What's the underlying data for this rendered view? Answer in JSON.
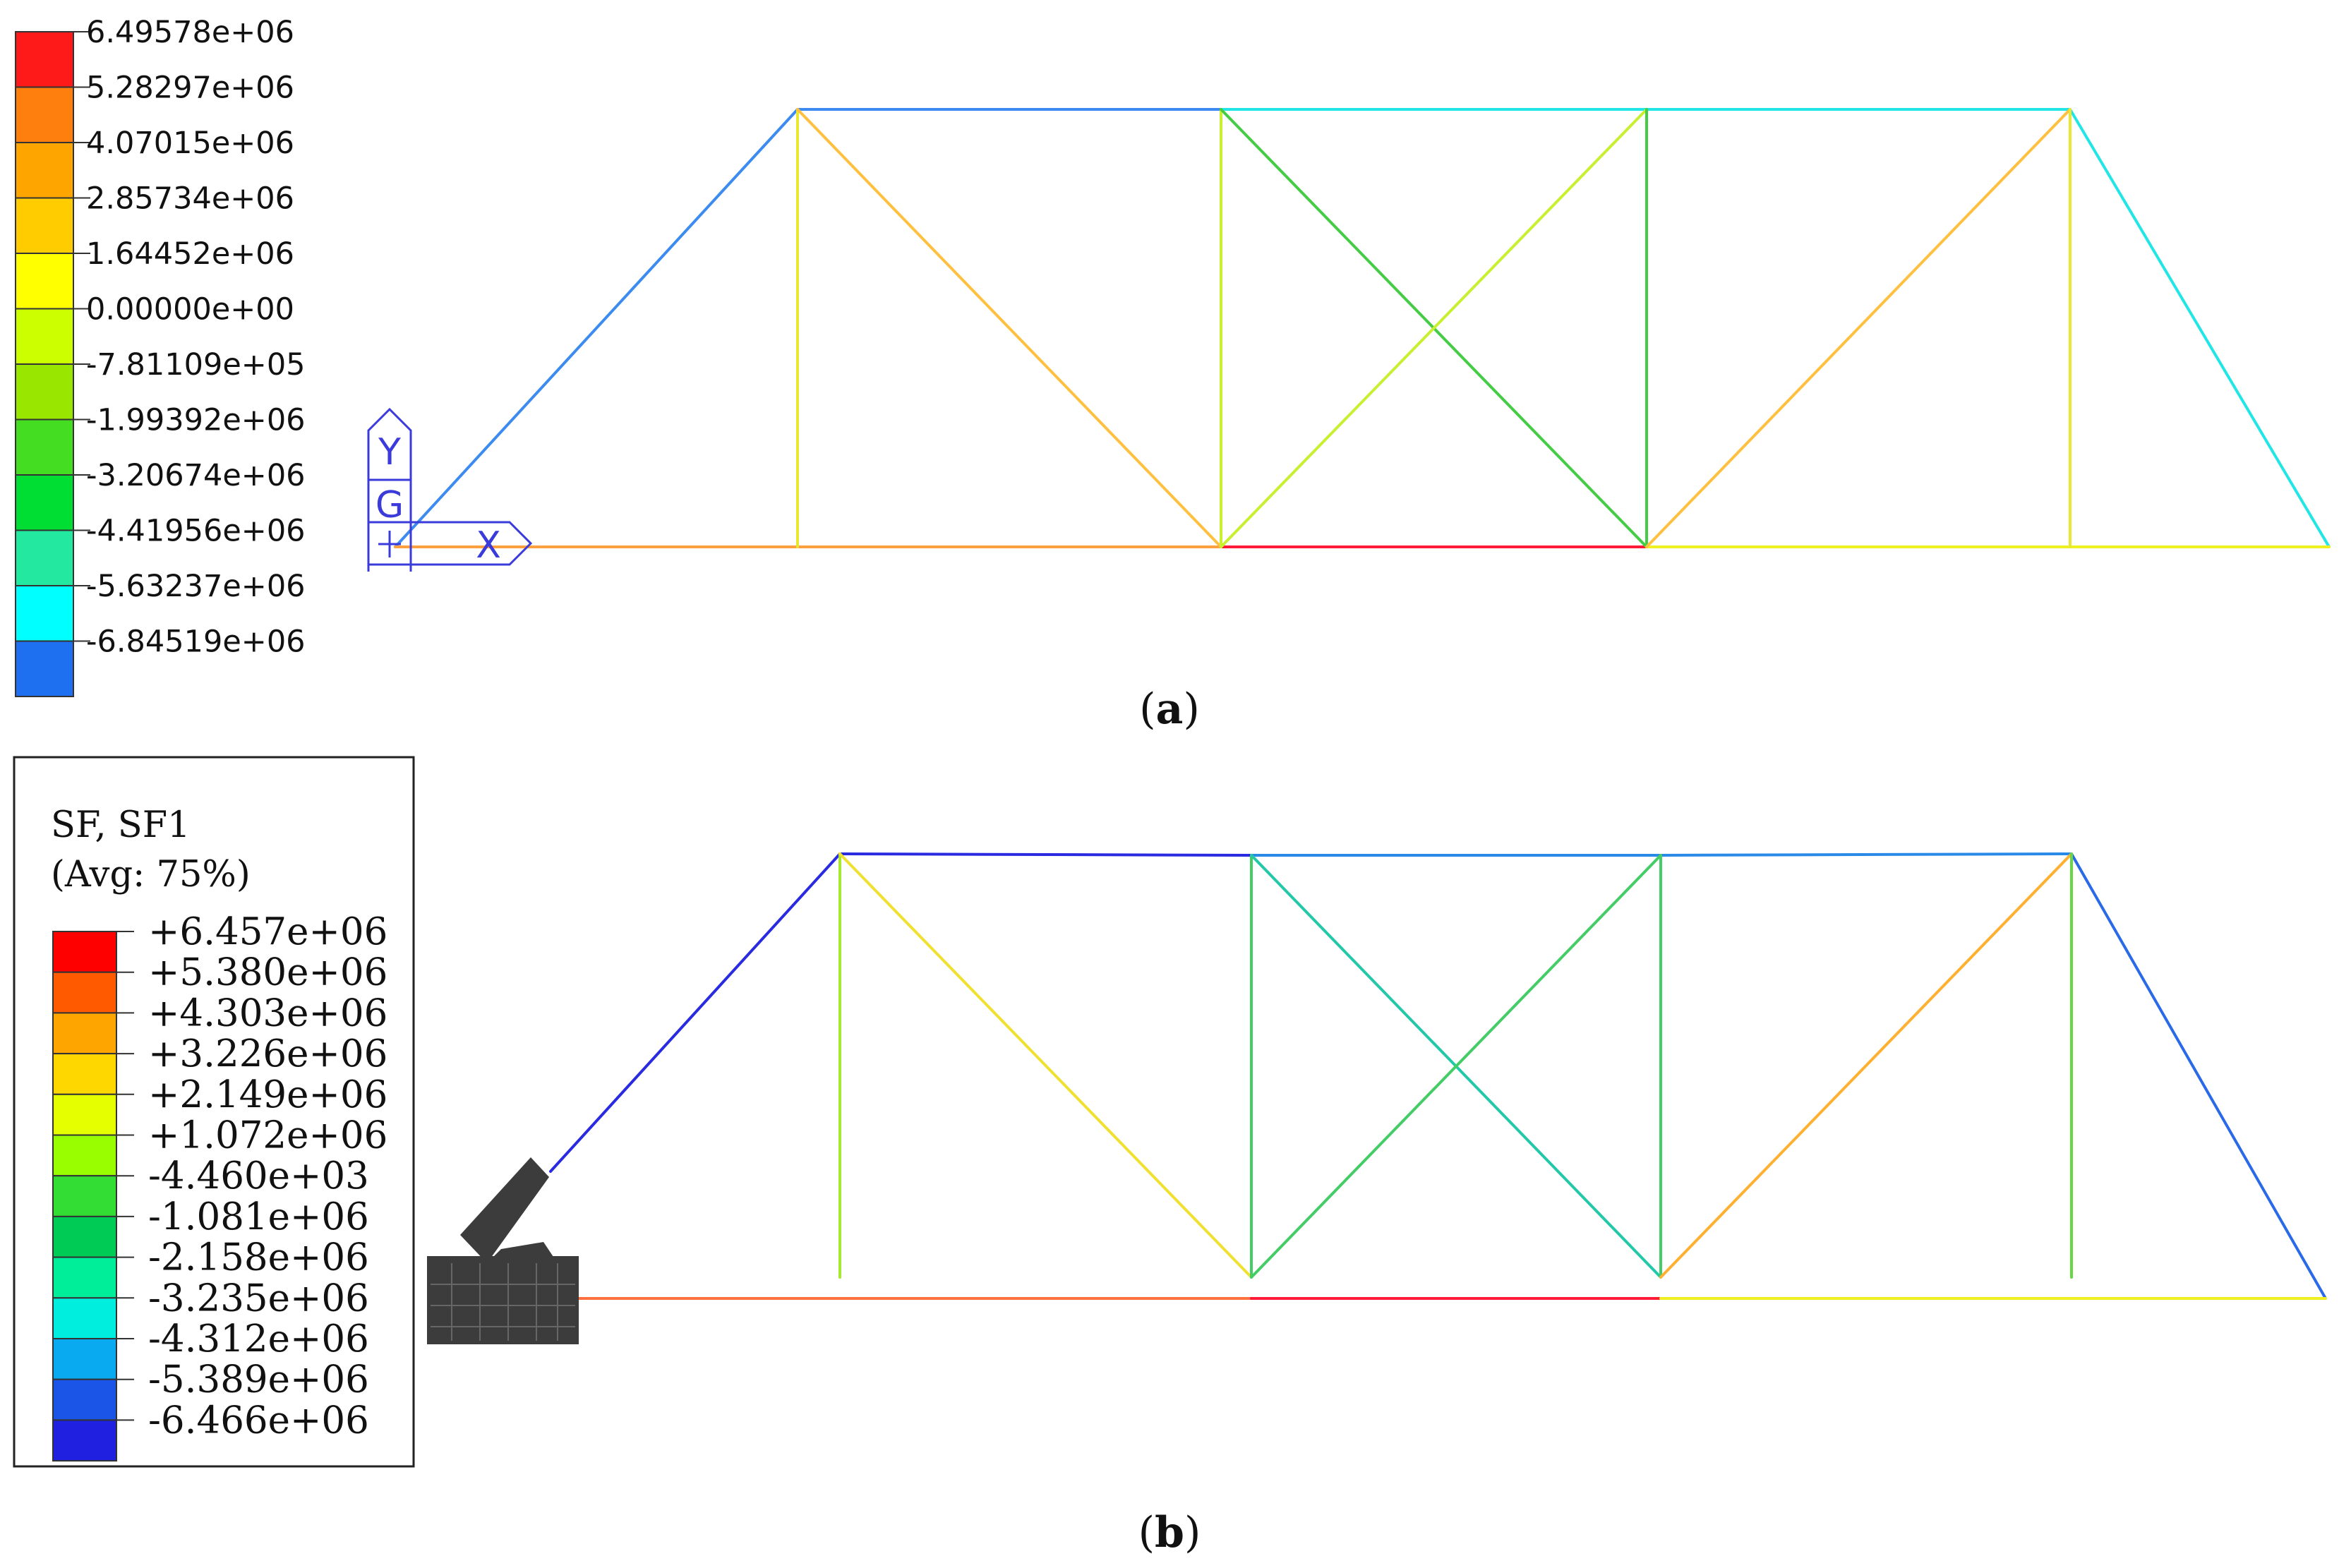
{
  "panel_a": {
    "caption_open": "(",
    "caption_letter": "a",
    "caption_close": ")",
    "legend_labels": [
      "6.49578e+06",
      "5.28297e+06",
      "4.07015e+06",
      "2.85734e+06",
      "1.64452e+06",
      "0.00000e+00",
      "-7.81109e+05",
      "-1.99392e+06",
      "-3.20674e+06",
      "-4.41956e+06",
      "-5.63237e+06",
      "-6.84519e+06"
    ],
    "legend_colors": [
      "#ff1a1a",
      "#ff7f0e",
      "#ffa500",
      "#ffcc00",
      "#ffff00",
      "#ccff00",
      "#99e600",
      "#44dd22",
      "#00dd33",
      "#22e8a0",
      "#00ffff",
      "#1e70f0"
    ],
    "triad": {
      "y_label": "Y",
      "g_label": "G",
      "x_label": "X",
      "color": "#3b3bdc"
    },
    "members": [
      {
        "from": "n0",
        "to": "n1",
        "color": "#3b8bf0"
      },
      {
        "from": "n1",
        "to": "n2",
        "color": "#3b8bf0"
      },
      {
        "from": "n2",
        "to": "n3",
        "color": "#22e6e6"
      },
      {
        "from": "n3",
        "to": "n4",
        "color": "#22e6e6"
      },
      {
        "from": "n4",
        "to": "b4",
        "color": "#22e6e6"
      },
      {
        "from": "n0",
        "to": "b1",
        "color": "#ffa040"
      },
      {
        "from": "b1",
        "to": "b2",
        "color": "#ffa040"
      },
      {
        "from": "b2",
        "to": "b3",
        "color": "#ff1a3a"
      },
      {
        "from": "b3",
        "to": "b4",
        "color": "#f0f020"
      },
      {
        "from": "n1",
        "to": "b1",
        "color": "#e8e830"
      },
      {
        "from": "n1",
        "to": "b2",
        "color": "#ffc040"
      },
      {
        "from": "n2",
        "to": "b2",
        "color": "#c8f030"
      },
      {
        "from": "n2",
        "to": "b3",
        "color": "#44cc44"
      },
      {
        "from": "b2",
        "to": "n3",
        "color": "#c8f030"
      },
      {
        "from": "n3",
        "to": "b3",
        "color": "#44cc44"
      },
      {
        "from": "b3",
        "to": "n4",
        "color": "#ffc040"
      },
      {
        "from": "n4",
        "to": "b5",
        "color": "#e8e830"
      }
    ]
  },
  "panel_b": {
    "caption_open": "(",
    "caption_letter": "b",
    "caption_close": ")",
    "legend_title_1": "SF, SF1",
    "legend_title_2": "(Avg: 75%)",
    "legend_labels": [
      "+6.457e+06",
      "+5.380e+06",
      "+4.303e+06",
      "+3.226e+06",
      "+2.149e+06",
      "+1.072e+06",
      "-4.460e+03",
      "-1.081e+06",
      "-2.158e+06",
      "-3.235e+06",
      "-4.312e+06",
      "-5.389e+06",
      "-6.466e+06"
    ],
    "legend_colors": [
      "#ff0000",
      "#ff5a00",
      "#ffa500",
      "#ffd700",
      "#e6ff00",
      "#99ff00",
      "#33dd33",
      "#00cc55",
      "#00ee99",
      "#00eedd",
      "#0aaaf0",
      "#1a55e8",
      "#2020e0"
    ],
    "members": [
      {
        "from": "n0",
        "to": "n1",
        "color": "#2a2ae0"
      },
      {
        "from": "n1",
        "to": "n2",
        "color": "#2a2ae0"
      },
      {
        "from": "n2",
        "to": "n3",
        "color": "#2a8ae8"
      },
      {
        "from": "n3",
        "to": "n4",
        "color": "#2a8ae8"
      },
      {
        "from": "n4",
        "to": "b4",
        "color": "#2a6ae8"
      },
      {
        "from": "b0",
        "to": "b2",
        "color": "#ff7040"
      },
      {
        "from": "b2",
        "to": "b3",
        "color": "#ff1a3a"
      },
      {
        "from": "b3",
        "to": "b4",
        "color": "#f0f020"
      },
      {
        "from": "n1",
        "to": "v1",
        "color": "#a8e830"
      },
      {
        "from": "n1",
        "to": "b2",
        "color": "#f0e030"
      },
      {
        "from": "n2",
        "to": "b2",
        "color": "#44cc66"
      },
      {
        "from": "n2",
        "to": "b3",
        "color": "#22c8a8"
      },
      {
        "from": "b2",
        "to": "n3",
        "color": "#44cc66"
      },
      {
        "from": "n3",
        "to": "b3",
        "color": "#44cc66"
      },
      {
        "from": "b3",
        "to": "n4",
        "color": "#ffb030"
      },
      {
        "from": "n4",
        "to": "v4",
        "color": "#66d844"
      }
    ],
    "support_color": "#3c3c3c"
  }
}
